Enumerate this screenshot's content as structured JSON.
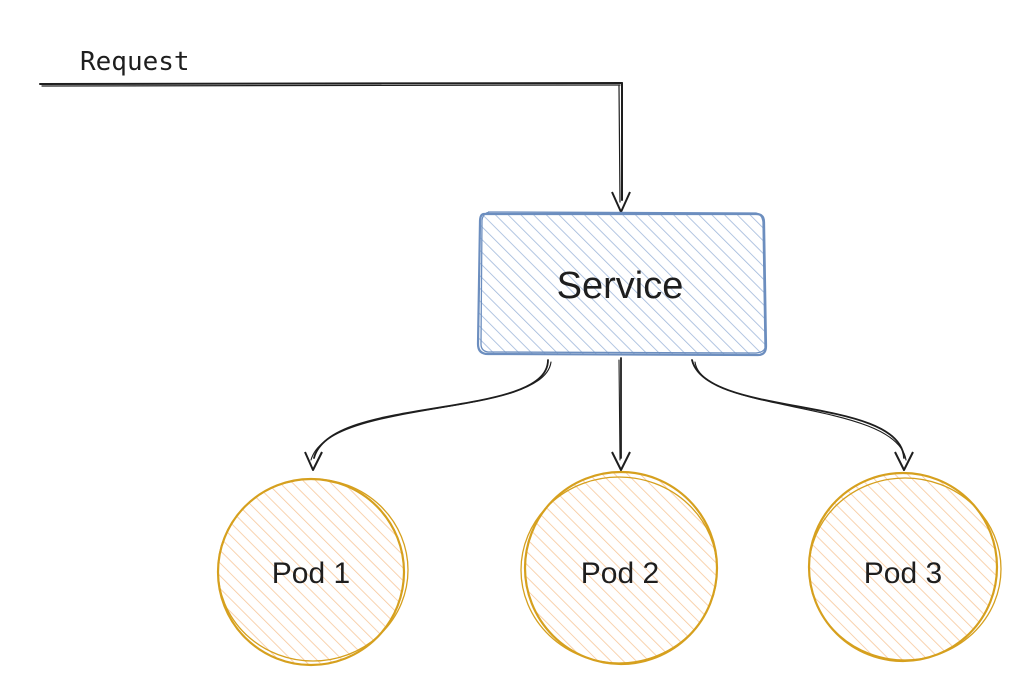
{
  "request_label": "Request",
  "service": {
    "label": "Service",
    "stroke": "#6c8ebf",
    "fill": "#dae8fc"
  },
  "pods": [
    {
      "label": "Pod 1"
    },
    {
      "label": "Pod 2"
    },
    {
      "label": "Pod 3"
    }
  ],
  "pod_colors": {
    "stroke": "#d6a01e",
    "fill": "#ffe6cc"
  },
  "arrow_color": "#1e1e1e"
}
